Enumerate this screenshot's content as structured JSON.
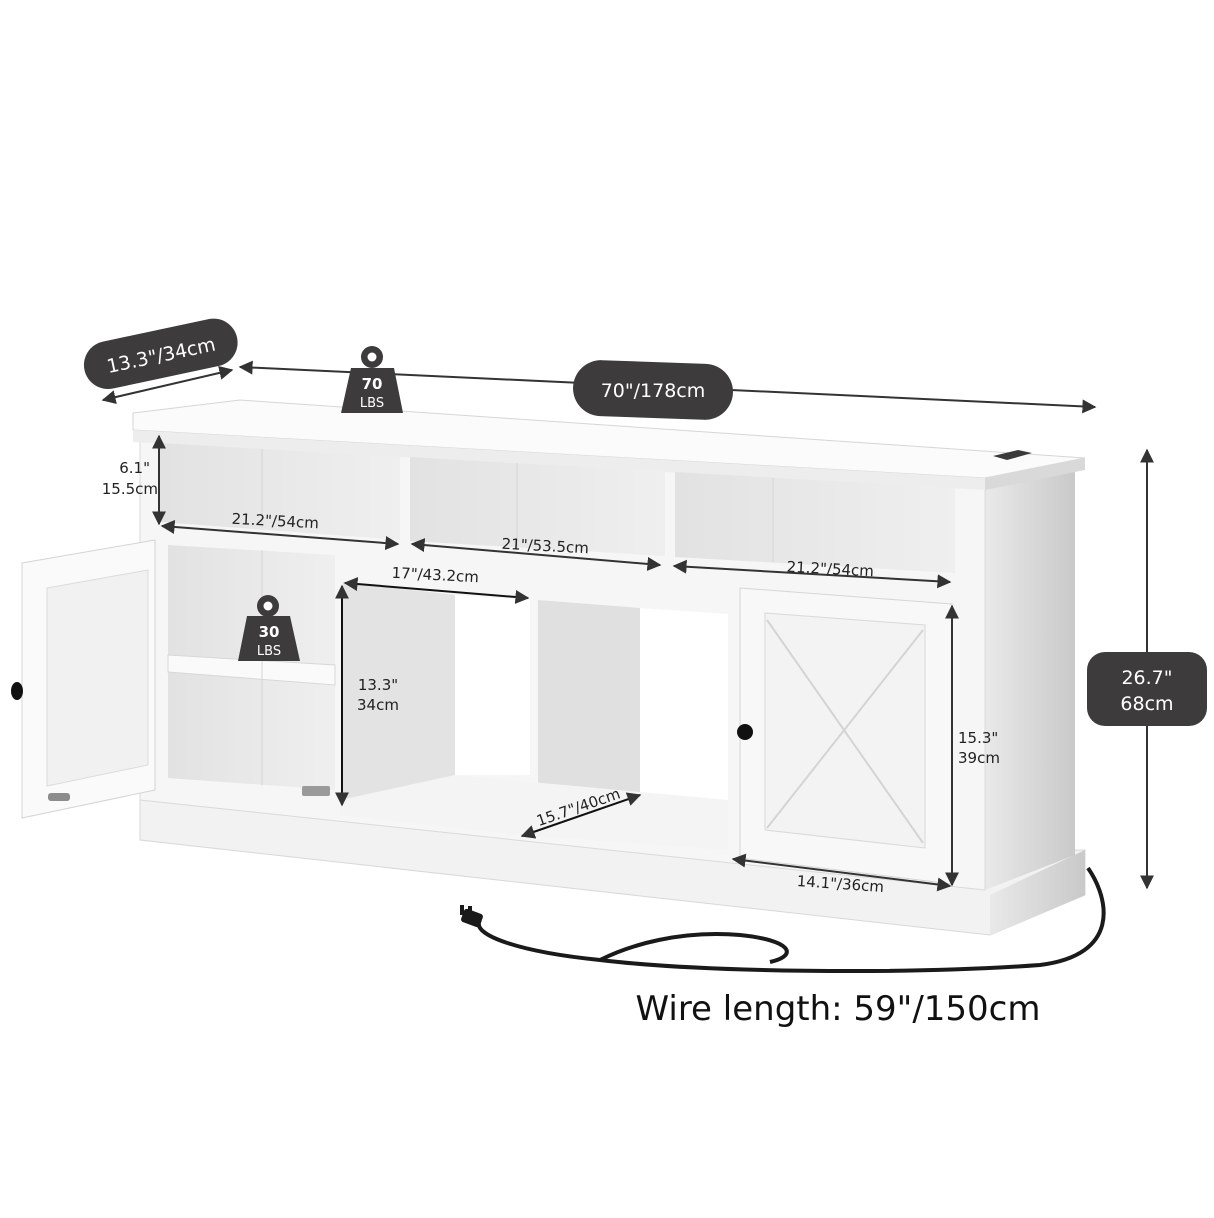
{
  "colors": {
    "pill_bg": "#3d3b3c",
    "dim_line": "#333333",
    "panel_white": "#f7f7f7",
    "panel_shadow": "#dcdcdc",
    "interior_gray": "#e6e6e6",
    "knob_black": "#111111",
    "cord_black": "#1a1a1a"
  },
  "overall": {
    "depth_label": "13.3\"/34cm",
    "width_label": "70\"/178cm",
    "height_inch": "26.7\"",
    "height_cm": "68cm"
  },
  "weights": {
    "top": {
      "value": "70",
      "unit": "LBS"
    },
    "shelf": {
      "value": "30",
      "unit": "LBS"
    }
  },
  "dimensions": {
    "top_shelf_height_inch": "6.1\"",
    "top_shelf_height_cm": "15.5cm",
    "left_cubby_width": "21.2\"/54cm",
    "middle_cubby_width": "21\"/53.5cm",
    "right_cubby_width": "21.2\"/54cm",
    "open_bay_width": "17\"/43.2cm",
    "open_bay_height_inch": "13.3\"",
    "open_bay_height_cm": "34cm",
    "open_bay_depth": "15.7\"/40cm",
    "cabinet_height_inch": "15.3\"",
    "cabinet_height_cm": "39cm",
    "cabinet_width": "14.1\"/36cm"
  },
  "wire": {
    "label": "Wire length: 59\"/150cm"
  }
}
